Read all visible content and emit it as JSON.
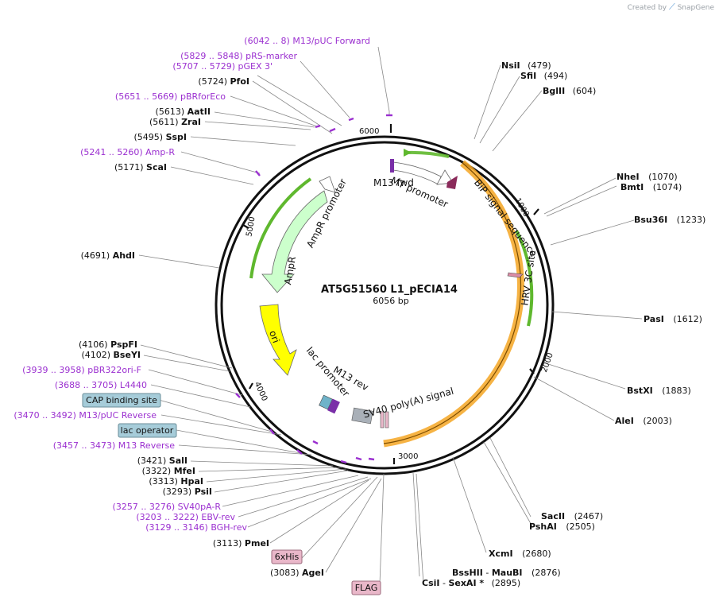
{
  "credit": {
    "prefix": "Created by",
    "brand": "SnapGene"
  },
  "plasmid": {
    "name": "AT5G51560 L1_pECIA14",
    "length_label": "6056 bp"
  },
  "ticks": [
    {
      "label": "6000"
    },
    {
      "label": "1000"
    },
    {
      "label": "2000"
    },
    {
      "label": "3000"
    },
    {
      "label": "4000"
    },
    {
      "label": "5000"
    }
  ],
  "features": [
    {
      "label": "AmpR promoter"
    },
    {
      "label": "AmpR"
    },
    {
      "label": "ori"
    },
    {
      "label": "lac promoter"
    },
    {
      "label": "M13 rev"
    },
    {
      "label": "M13 fwd"
    },
    {
      "label": "MT promoter"
    },
    {
      "label": "BiP signal sequence"
    },
    {
      "label": "HRV 3C site"
    },
    {
      "label": "SV40 poly(A) signal"
    }
  ],
  "primers": [
    {
      "range": "(6042 .. 8)",
      "name": "M13/pUC Forward"
    },
    {
      "range": "(5829 .. 5848)",
      "name": "pRS-marker"
    },
    {
      "range": "(5707 .. 5729)",
      "name": "pGEX 3'"
    },
    {
      "range": "(5651 .. 5669)",
      "name": "pBRforEco"
    },
    {
      "range": "(5241 .. 5260)",
      "name": "Amp-R"
    },
    {
      "range": "(3939 .. 3958)",
      "name": "pBR322ori-F"
    },
    {
      "range": "(3688 .. 3705)",
      "name": "L4440"
    },
    {
      "range": "(3470 .. 3492)",
      "name": "M13/pUC Reverse"
    },
    {
      "range": "(3457 .. 3473)",
      "name": "M13 Reverse"
    },
    {
      "range": "(3257 .. 3276)",
      "name": "SV40pA-R"
    },
    {
      "range": "(3203 .. 3222)",
      "name": "EBV-rev"
    },
    {
      "range": "(3129 .. 3146)",
      "name": "BGH-rev"
    }
  ],
  "sites": [
    {
      "name": "PfoI",
      "pos": "(5724)"
    },
    {
      "name": "AatII",
      "pos": "(5613)"
    },
    {
      "name": "ZraI",
      "pos": "(5611)"
    },
    {
      "name": "SspI",
      "pos": "(5495)"
    },
    {
      "name": "ScaI",
      "pos": "(5171)"
    },
    {
      "name": "AhdI",
      "pos": "(4691)"
    },
    {
      "name": "PspFI",
      "pos": "(4106)"
    },
    {
      "name": "BseYI",
      "pos": "(4102)"
    },
    {
      "name": "SalI",
      "pos": "(3421)"
    },
    {
      "name": "MfeI",
      "pos": "(3322)"
    },
    {
      "name": "HpaI",
      "pos": "(3313)"
    },
    {
      "name": "PsiI",
      "pos": "(3293)"
    },
    {
      "name": "PmeI",
      "pos": "(3113)"
    },
    {
      "name": "AgeI",
      "pos": "(3083)"
    },
    {
      "name": "NsiI",
      "pos": "(479)"
    },
    {
      "name": "SfiI",
      "pos": "(494)"
    },
    {
      "name": "BglII",
      "pos": "(604)"
    },
    {
      "name": "NheI",
      "pos": "(1070)"
    },
    {
      "name": "BmtI",
      "pos": "(1074)"
    },
    {
      "name": "Bsu36I",
      "pos": "(1233)"
    },
    {
      "name": "PasI",
      "pos": "(1612)"
    },
    {
      "name": "BstXI",
      "pos": "(1883)"
    },
    {
      "name": "AleI",
      "pos": "(2003)"
    },
    {
      "name": "SacII",
      "pos": "(2467)"
    },
    {
      "name": "PshAI",
      "pos": "(2505)"
    },
    {
      "name": "XcmI",
      "pos": "(2680)"
    },
    {
      "name": "BssHII",
      "pos": ""
    },
    {
      "name": "MauBI",
      "pos": "(2876)"
    },
    {
      "name": "CsiI",
      "pos": ""
    },
    {
      "name": "SexAI *",
      "pos": "(2895)"
    }
  ],
  "boxes": {
    "cap": "CAP binding site",
    "lacop": "lac operator",
    "his": "6xHis",
    "flag": "FLAG"
  },
  "colors": {
    "primer": "#9b30d0",
    "ampr": "#ccffcc",
    "ori": "#ffff00",
    "orf_outline": "#f5a623",
    "green_arc": "#5fb82e",
    "ring": "#111111",
    "box_blue": "#a6ccd9",
    "box_pink": "#e9b7c9"
  }
}
